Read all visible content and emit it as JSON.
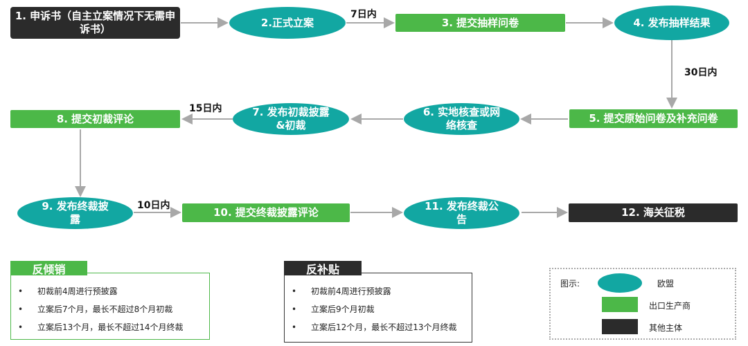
{
  "nodes": {
    "n1": "1. 申诉书（自主立案情况下无需申诉书）",
    "n2": "2.正式立案",
    "n3": "3. 提交抽样问卷",
    "n4": "4. 发布抽样结果",
    "n5": "5. 提交原始问卷及补充问卷",
    "n6": "6. 实地核查或网络核查",
    "n7": "7. 发布初裁披露&初裁",
    "n8": "8. 提交初裁评论",
    "n9": "9. 发布终裁披露",
    "n10": "10. 提交终裁披露评论",
    "n11": "11. 发布终裁公告",
    "n12": "12. 海关征税"
  },
  "edge_labels": {
    "e2_3": "7日内",
    "e4_5": "30日内",
    "e7_8": "15日内",
    "e9_10": "10日内"
  },
  "anti_dumping": {
    "title": "反倾销",
    "items": [
      "初裁前4周进行预披露",
      "立案后7个月，最长不超过8个月初裁",
      "立案后13个月，最长不超过14个月终裁"
    ]
  },
  "anti_subsidy": {
    "title": "反补贴",
    "items": [
      "初裁前4周进行预披露",
      "立案后9个月初裁",
      "立案后12个月，最长不超过13个月终裁"
    ]
  },
  "legend": {
    "title": "图示:",
    "eu": "欧盟",
    "exporter": "出口生产商",
    "other": "其他主体",
    "colors": {
      "eu": "#12a7a2",
      "exporter": "#4cb848",
      "other": "#2b2b2b"
    }
  },
  "bullet": "•"
}
